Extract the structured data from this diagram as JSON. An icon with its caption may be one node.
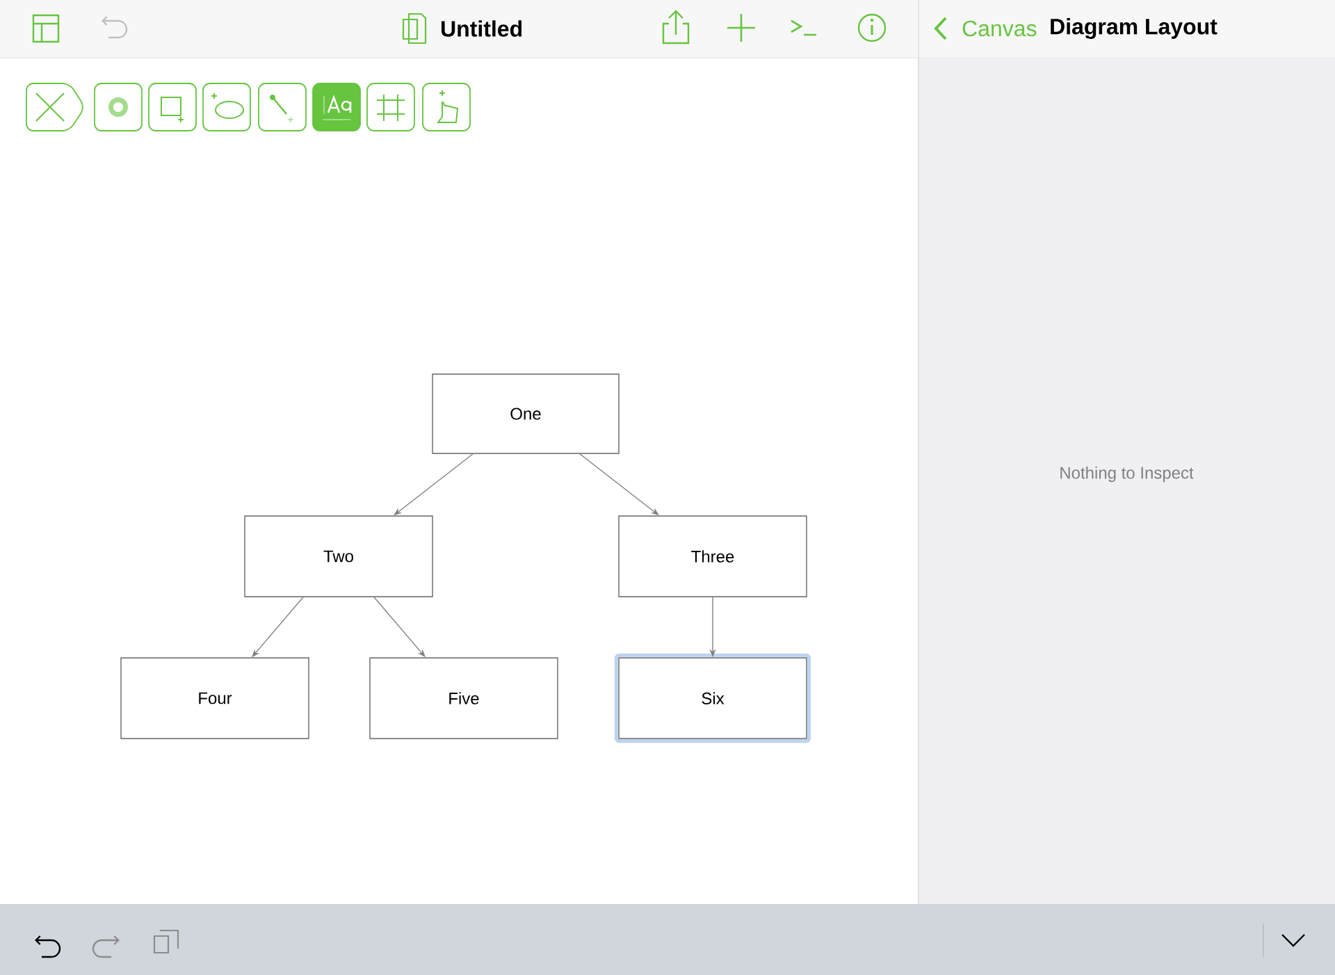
{
  "diagram": {
    "title": "Untitled",
    "nodes": [
      {
        "text": [
          "One"
        ]
      },
      {
        "text": [
          "Two"
        ]
      },
      {
        "text": [
          "Three"
        ]
      },
      {
        "text": [
          "Four"
        ]
      },
      {
        "text": [
          "Five"
        ]
      },
      {
        "text": [
          "Six"
        ]
      }
    ],
    "edges": [
      {
        "from": 0,
        "to": 1,
        "arrow": "to"
      },
      {
        "from": 0,
        "to": 2,
        "arrow": "to"
      },
      {
        "from": 1,
        "to": 3,
        "arrow": "to"
      },
      {
        "from": 1,
        "to": 4,
        "arrow": "to"
      },
      {
        "from": 2,
        "to": 5,
        "arrow": "to"
      }
    ],
    "labels": [
      "Canvas",
      "Diagram Layout",
      "Nothing to Inspect"
    ]
  }
}
